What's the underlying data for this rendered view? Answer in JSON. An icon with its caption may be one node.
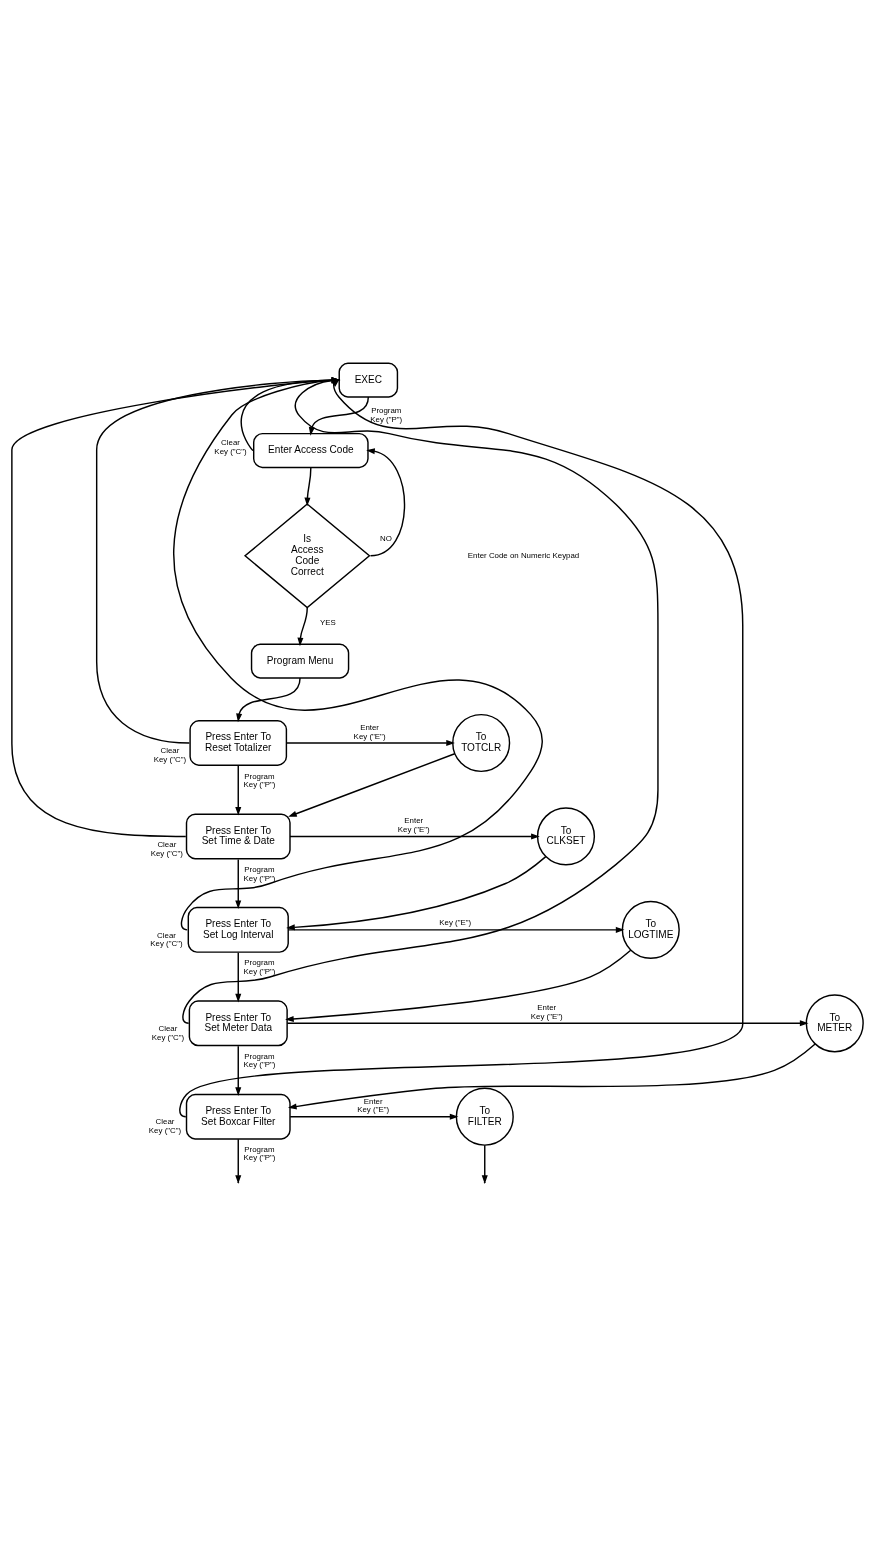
{
  "diagram": {
    "nodes": [
      {
        "text": [
          "EXEC"
        ]
      },
      {
        "text": [
          "Enter Access Code"
        ]
      },
      {
        "text": [
          "Is Access Code Correct"
        ]
      },
      {
        "text": [
          "Program Menu"
        ]
      },
      {
        "text": [
          "Press Enter To Reset Totalizer"
        ]
      },
      {
        "text": [
          "To TOTCLR"
        ]
      },
      {
        "text": [
          "Press Enter To Set Time & Date"
        ]
      },
      {
        "text": [
          "To CLKSET"
        ]
      },
      {
        "text": [
          "Press Enter To Set Log Interval"
        ]
      },
      {
        "text": [
          "To LOGTIME"
        ]
      },
      {
        "text": [
          "Press Enter To Set Meter Data"
        ]
      },
      {
        "text": [
          "To METER"
        ]
      },
      {
        "text": [
          "Press Enter To Set Boxcar Filter"
        ]
      },
      {
        "text": [
          "To FILTER"
        ]
      }
    ],
    "edges": [
      {
        "from": 0,
        "to": 1,
        "label": "Program Key (\"P\")",
        "arrow": "to"
      },
      {
        "from": 1,
        "to": 0,
        "label": "Clear Key (\"C\")",
        "arrow": "to"
      },
      {
        "from": 1,
        "to": 2,
        "arrow": "to"
      },
      {
        "from": 2,
        "to": 1,
        "label": "NO",
        "arrow": "to"
      },
      {
        "from": 2,
        "to": 3,
        "label": "YES",
        "arrow": "to"
      },
      {
        "from": 3,
        "to": 4,
        "arrow": "to"
      },
      {
        "from": 4,
        "to": 0,
        "label": "Clear Key (\"C\")",
        "arrow": "to"
      },
      {
        "from": 4,
        "to": 5,
        "label": "Enter Key (\"E\")",
        "arrow": "to"
      },
      {
        "from": 4,
        "to": 6,
        "label": "Program Key (\"P\")",
        "arrow": "to"
      },
      {
        "from": 5,
        "to": 6,
        "arrow": "to"
      },
      {
        "from": 6,
        "to": 0,
        "label": "Clear Key (\"C\")",
        "arrow": "to"
      },
      {
        "from": 6,
        "to": 7,
        "label": "Enter Key (\"E\")",
        "arrow": "to"
      },
      {
        "from": 6,
        "to": 8,
        "label": "Program Key (\"P\")",
        "arrow": "to"
      },
      {
        "from": 7,
        "to": 8,
        "arrow": "to"
      },
      {
        "from": 8,
        "to": 0,
        "label": "Clear Key (\"C\")",
        "arrow": "to"
      },
      {
        "from": 8,
        "to": 9,
        "label": "Key (\"E\")",
        "arrow": "to"
      },
      {
        "from": 8,
        "to": 10,
        "label": "Program Key (\"P\")",
        "arrow": "to"
      },
      {
        "from": 9,
        "to": 10,
        "arrow": "to"
      },
      {
        "from": 10,
        "to": 0,
        "label": "Clear Key (\"C\")",
        "arrow": "to"
      },
      {
        "from": 10,
        "to": 11,
        "label": "Enter Key (\"E\")",
        "arrow": "to"
      },
      {
        "from": 10,
        "to": 12,
        "label": "Program Key (\"P\")",
        "arrow": "to"
      },
      {
        "from": 11,
        "to": 12,
        "arrow": "to"
      },
      {
        "from": 12,
        "to": 0,
        "label": "Clear Key (\"C\")",
        "arrow": "to"
      },
      {
        "from": 12,
        "to": 13,
        "label": "Enter Key (\"E\")",
        "arrow": "to"
      },
      {
        "from": 12,
        "to": null,
        "label": "Program Key (\"P\")",
        "arrow": "to"
      },
      {
        "from": 13,
        "to": null,
        "arrow": "to"
      }
    ],
    "labels": [
      "Enter Code on Numeric Keypad"
    ]
  }
}
